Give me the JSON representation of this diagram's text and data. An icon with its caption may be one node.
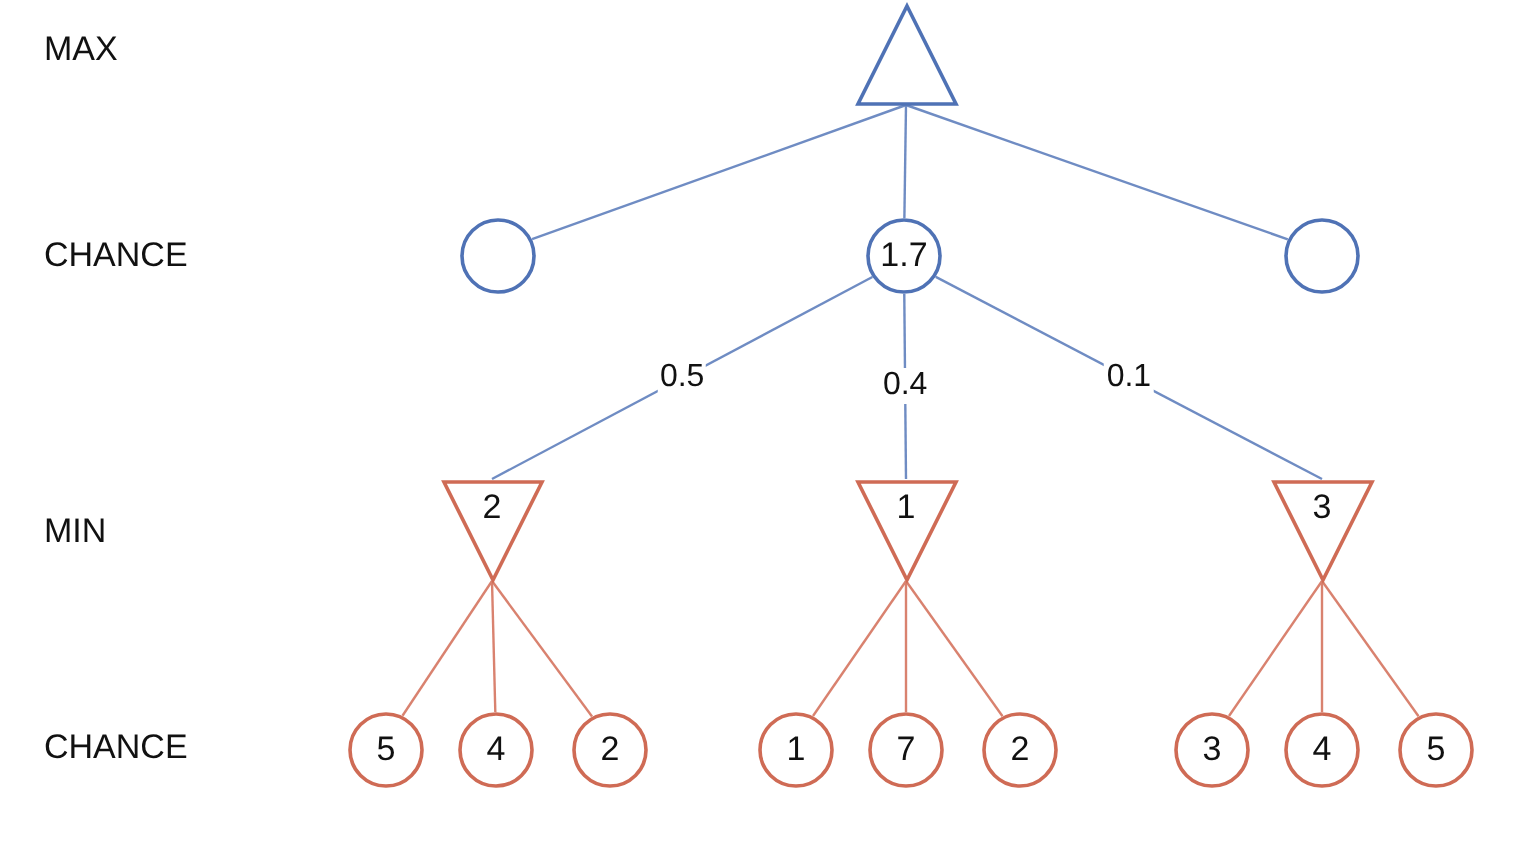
{
  "diagram": {
    "nodes": [
      {
        "text": [],
        "shape": "triangle"
      },
      {
        "text": [],
        "shape": "circle"
      },
      {
        "text": [
          "1.7"
        ]
      },
      {
        "text": [],
        "shape": "circle"
      },
      {
        "text": [
          "2"
        ]
      },
      {
        "text": [
          "1"
        ]
      },
      {
        "text": [
          "3"
        ]
      },
      {
        "text": [
          "5"
        ]
      },
      {
        "text": [
          "4"
        ]
      },
      {
        "text": [
          "2"
        ]
      },
      {
        "text": [
          "1"
        ]
      },
      {
        "text": [
          "7"
        ]
      },
      {
        "text": [
          "2"
        ]
      },
      {
        "text": [
          "3"
        ]
      },
      {
        "text": [
          "4"
        ]
      },
      {
        "text": [
          "5"
        ]
      }
    ],
    "edges": [
      {
        "from": 0,
        "to": 1,
        "arrow": "none",
        "color": "#6f8cc3"
      },
      {
        "from": 0,
        "to": 2,
        "arrow": "none",
        "color": "#6f8cc3"
      },
      {
        "from": 0,
        "to": 3,
        "arrow": "none",
        "color": "#6f8cc3"
      },
      {
        "from": 2,
        "to": 4,
        "arrow": "none",
        "label": "0.5",
        "color": "#6f8cc3"
      },
      {
        "from": 2,
        "to": 5,
        "arrow": "none",
        "label": "0.4",
        "color": "#6f8cc3"
      },
      {
        "from": 2,
        "to": 6,
        "arrow": "none",
        "label": "0.1",
        "color": "#6f8cc3"
      },
      {
        "from": 4,
        "to": 7,
        "arrow": "none"
      },
      {
        "from": 4,
        "to": 8,
        "arrow": "none"
      },
      {
        "from": 4,
        "to": 9,
        "arrow": "none"
      },
      {
        "from": 5,
        "to": 10,
        "arrow": "none"
      },
      {
        "from": 5,
        "to": 11,
        "arrow": "none"
      },
      {
        "from": 5,
        "to": 12,
        "arrow": "none"
      },
      {
        "from": 6,
        "to": 13,
        "arrow": "none"
      },
      {
        "from": 6,
        "to": 14,
        "arrow": "none"
      },
      {
        "from": 6,
        "to": 15,
        "arrow": "none"
      }
    ],
    "labels": [
      "MAX",
      "CHANCE",
      "MIN",
      "CHANCE"
    ]
  }
}
